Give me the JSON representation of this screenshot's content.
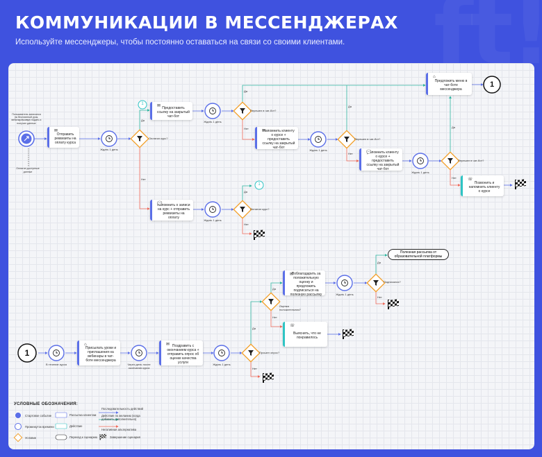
{
  "header": {
    "title": "КОММУНИКАЦИИ В МЕССЕНДЖЕРАХ",
    "subtitle": "Используйте мессенджеры, чтобы постоянно оставаться на связи со своими клиентами.",
    "watermark": "ft!"
  },
  "colors": {
    "background": "#3f52df",
    "accent": "#5b6fe8",
    "teal": "#2ec4c4",
    "green_line": "#2fb5a0",
    "red_line": "#f06a5a",
    "condition": "#f3a02a"
  },
  "flow1": {
    "start_note": "Пользователь записался на бесплатный урок, вебинар/вживую подать и получил данные",
    "start_note2": "Оплатил доступные данные",
    "send_req": "Отправить реквизиты на оплату курса",
    "wait1": "Ждать 1 день",
    "cond_paid": "Оплатил курс?",
    "yes": "Да",
    "no": "Нет",
    "link_chat": "Предоставить ссылку на закрытый чат-бот",
    "wait2": "Ждать 1 день",
    "cond_chat": "Перешел в чат-бот?",
    "remind": "Напомнить клиенту о курсе + предоставить ссылку на закрытый чат-бот",
    "wait3": "Ждать 1 день",
    "cond_chat2": "Перешел в чат-бот?",
    "remind2": "Напомнить клиенту о курсе + предоставить ссылку на закрытый чат-бот",
    "wait4": "Ждать 1 день",
    "cond_chat3": "Перешел в чат-бот?",
    "menu": "Предложить меню в чат-боте мессенджера",
    "call": "Позвонить и напомнить клиенту о курсе",
    "remind_pay": "Напомнить о записи на курс + отправить реквизиты на оплату",
    "wait5": "Ждать 1 день",
    "cond_paid2": "Оплатил курс?",
    "marker": "1"
  },
  "flow2": {
    "marker": "1",
    "wait_start": "В течение курса",
    "send_materials": "Присылать уроки и приглашения на вебинары в чат-боте мессенджера",
    "wait_after": "Через день после окончания курса",
    "thanks": "Поздравить с окончанием курса + отправить опрос об оценке качества услуги",
    "wait_day": "Ждать 1 день",
    "cond_survey": "Прошел опрос?",
    "cond_score": "Оценка положительная?",
    "thank_review": "Поблагодарить за положительную оценку и предложить подписаться на полезную рассылку",
    "wait_day2": "Ждать 1 день",
    "cond_sub": "Подписался?",
    "subscription": "Полезная рассылка от образовательной платформы",
    "find_out": "Выяснить, что не понравилось",
    "yes": "Да",
    "no": "Нет"
  },
  "legend": {
    "title": "УСЛОВНЫЕ ОБОЗНАЧЕНИЯ:",
    "start_event": "Стартовое событие",
    "interval": "Промежуток времени",
    "condition": "Условие",
    "mailing": "Рассылка клиентам",
    "action": "Действие",
    "transition": "Переход к сценарию",
    "sequence": "Последовательность действий",
    "positive": "Действие по желанию (когда добавить дополнительно)",
    "negative": "Негативная альтернатива",
    "finish": "Завершение сценария"
  }
}
